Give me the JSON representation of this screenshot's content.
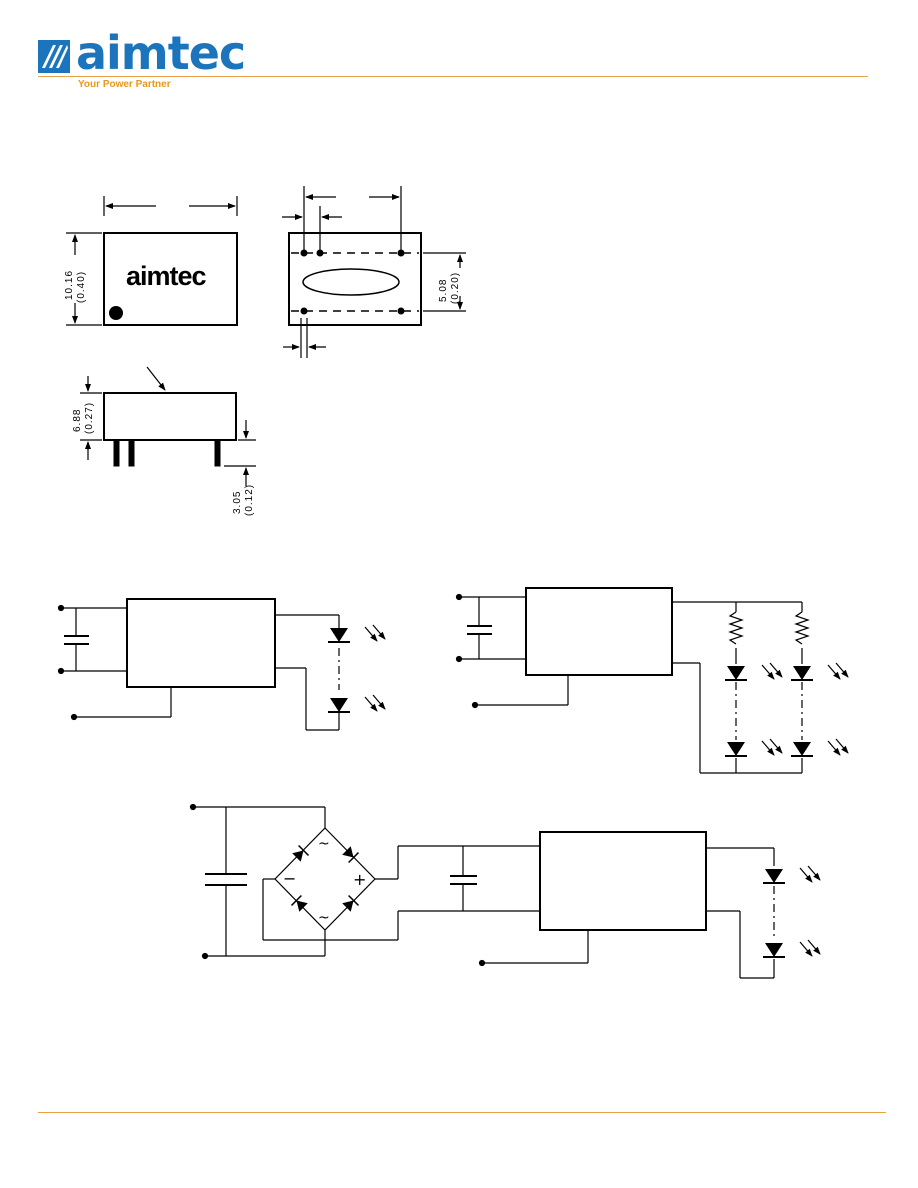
{
  "header": {
    "logo_text": "aimtec",
    "tagline": "Your Power Partner",
    "brand_color": "#1c75bc",
    "accent_color": "#e8991c"
  },
  "mechanical": {
    "package_marking": "aimtec",
    "height_mm": "10.16",
    "height_in": "(0.40)",
    "pin_spacing_mm": "5.08",
    "pin_spacing_in": "(0.20)",
    "thickness_mm": "6.88",
    "thickness_in": "(0.27)",
    "pin_length_mm": "3.05",
    "pin_length_in": "(0.12)"
  },
  "bridge": {
    "ac_symbol": "~",
    "plus_symbol": "+",
    "minus_symbol": "−"
  }
}
